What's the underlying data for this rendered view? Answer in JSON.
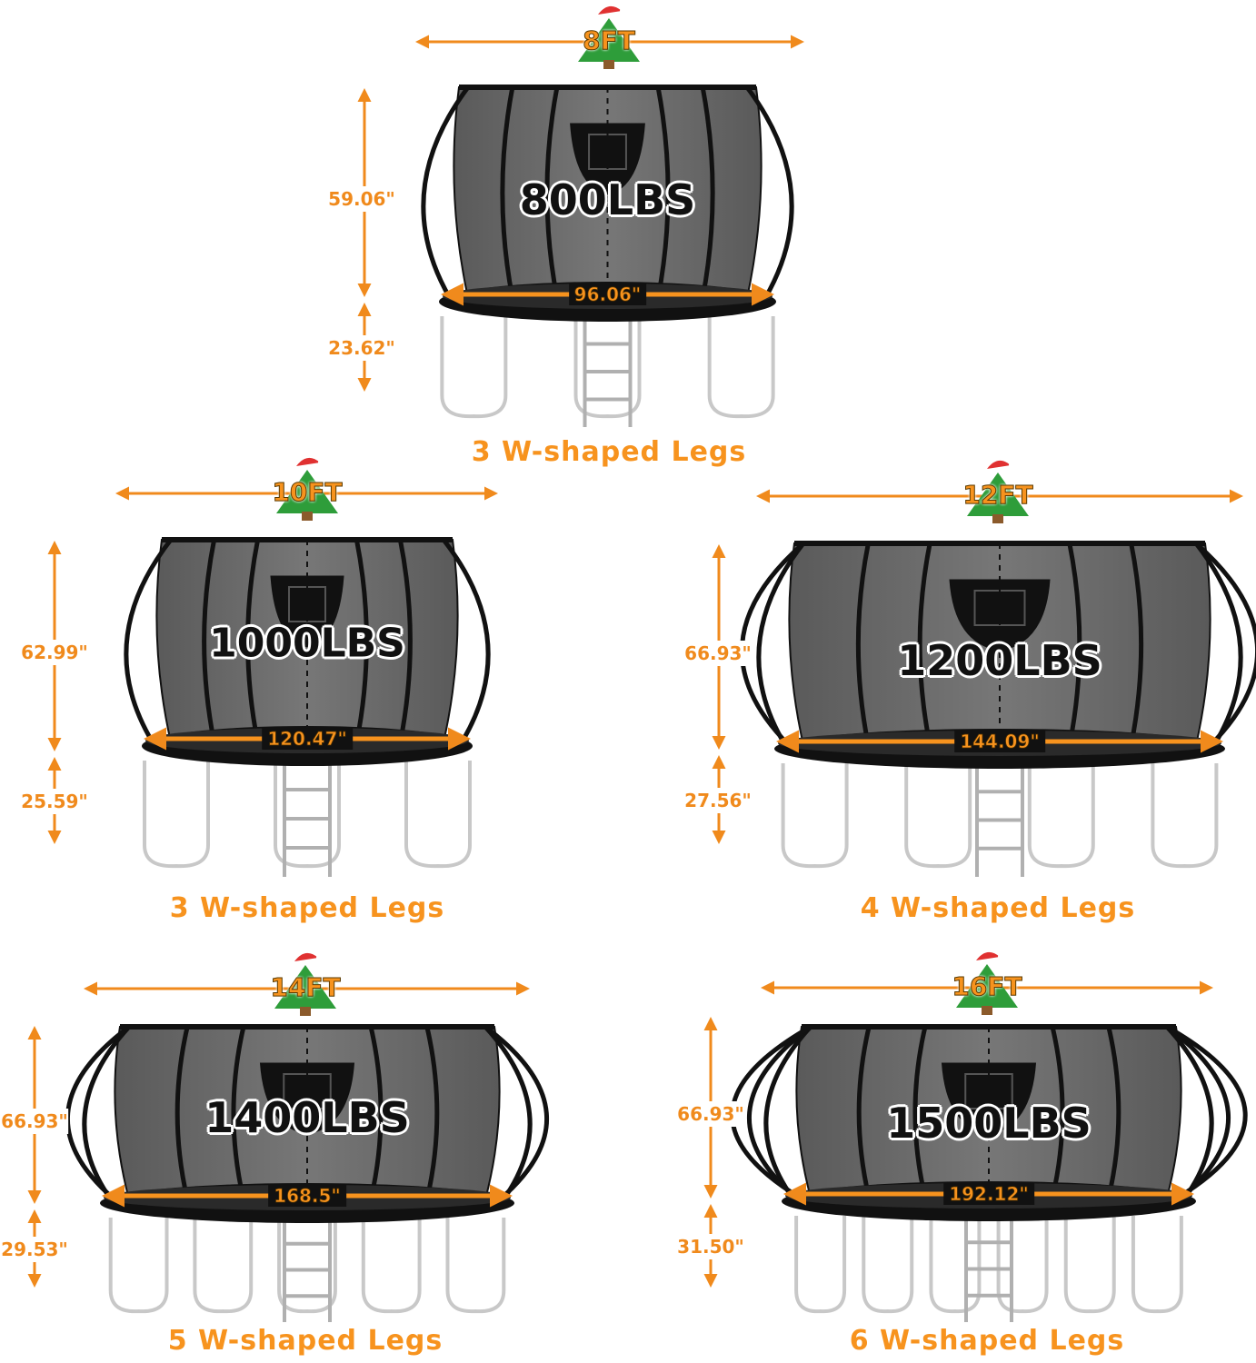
{
  "colors": {
    "accent": "#f7931e",
    "frame": "#111111",
    "net": "#6e6e6e",
    "legs": "#c8c8c8"
  },
  "models": [
    {
      "size": "8FT",
      "load": "800LBS",
      "net_height": "59.06\"",
      "leg_height": "23.62\"",
      "diameter": "96.06\"",
      "legs": "3 W-shaped Legs",
      "icon": "christmas-tree-icon"
    },
    {
      "size": "10FT",
      "load": "1000LBS",
      "net_height": "62.99\"",
      "leg_height": "25.59\"",
      "diameter": "120.47\"",
      "legs": "3 W-shaped Legs",
      "icon": "christmas-tree-icon"
    },
    {
      "size": "12FT",
      "load": "1200LBS",
      "net_height": "66.93\"",
      "leg_height": "27.56\"",
      "diameter": "144.09\"",
      "legs": "4 W-shaped Legs",
      "icon": "christmas-tree-icon"
    },
    {
      "size": "14FT",
      "load": "1400LBS",
      "net_height": "66.93\"",
      "leg_height": "29.53\"",
      "diameter": "168.5\"",
      "legs": "5 W-shaped Legs",
      "icon": "christmas-tree-icon"
    },
    {
      "size": "16FT",
      "load": "1500LBS",
      "net_height": "66.93\"",
      "leg_height": "31.50\"",
      "diameter": "192.12\"",
      "legs": "6 W-shaped Legs",
      "icon": "christmas-tree-icon"
    }
  ]
}
